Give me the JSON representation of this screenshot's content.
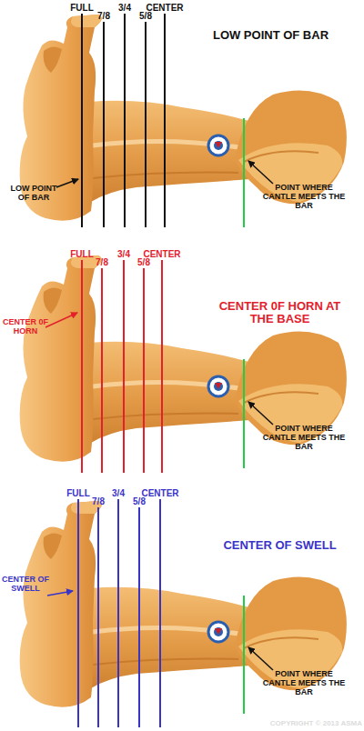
{
  "diagram": {
    "labels": [
      "FULL",
      "7/8",
      "3/4",
      "5/8",
      "CENTER",
      "LOW POINT OF BAR",
      "LOW POINT OF BAR",
      "POINT WHERE CANTLE MEETS THE BAR",
      "FULL",
      "7/8",
      "3/4",
      "5/8",
      "CENTER",
      "CENTER 0F HORN AT THE BASE",
      "CENTER 0F HORN",
      "POINT WHERE CANTLE MEETS THE BAR",
      "FULL",
      "7/8",
      "3/4",
      "5/8",
      "CENTER",
      "CENTER OF SWELL",
      "CENTER OF SWELL",
      "POINT WHERE CANTLE MEETS THE BAR",
      "COPYRIGHT © 2013 ASMA"
    ]
  }
}
